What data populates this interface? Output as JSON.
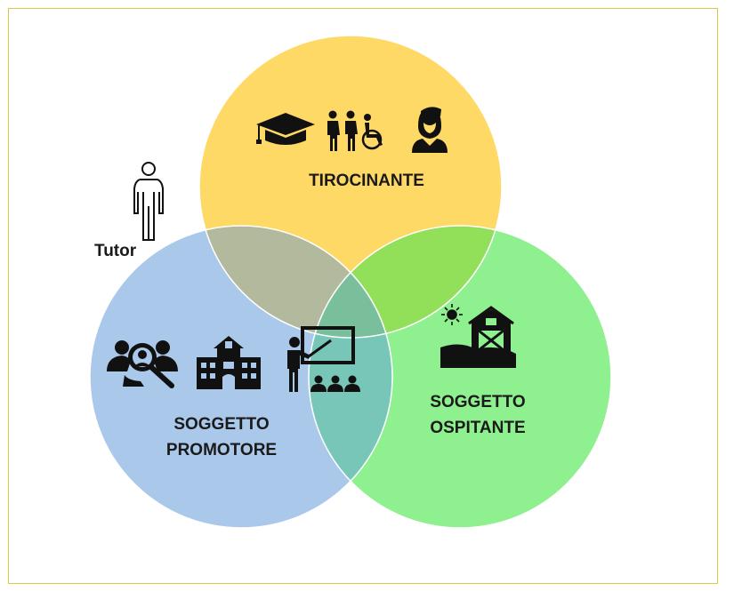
{
  "circles": {
    "tirocinante": {
      "label": "TIROCINANTE",
      "color": "#ffd966"
    },
    "promotore": {
      "label_line1": "SOGGETTO",
      "label_line2": "PROMOTORE",
      "color": "#a9c8ea"
    },
    "ospitante": {
      "label_line1": "SOGGETTO",
      "label_line2": "OSPITANTE",
      "color": "#8ef08e"
    }
  },
  "overlaps": {
    "tirocinante_promotore": "#b3b99c",
    "tirocinante_ospitante": "#92e05a",
    "promotore_ospitante": "#78c6b8",
    "center": "#79bf9c"
  },
  "tutor": {
    "label": "Tutor"
  },
  "icons": {
    "tirocinante": [
      "graduation-cap-icon",
      "people-accessibility-icon",
      "student-icon"
    ],
    "promotore": [
      "team-search-icon",
      "school-building-icon"
    ],
    "center": "teacher-presentation-icon",
    "ospitante": "farm-barn-icon"
  },
  "border_color": "#d9c84a"
}
